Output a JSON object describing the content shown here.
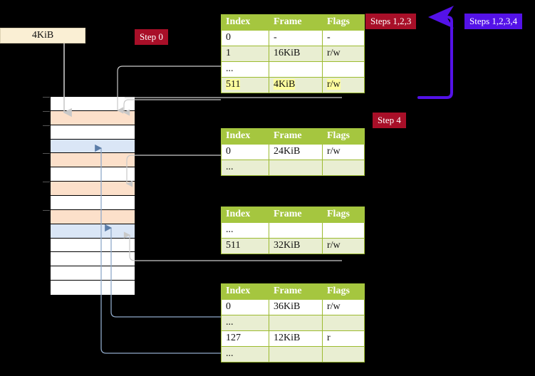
{
  "labels": {
    "size_box": "4KiB",
    "step0": "Step 0",
    "step4": "Step 4",
    "steps123": "Steps 1,2,3",
    "steps1234": "Steps 1,2,3,4"
  },
  "colors": {
    "badge_red": "#a80f28",
    "badge_blue": "#5412e8",
    "table_header": "#a5c63f",
    "table_alt_row": "#e9eed2",
    "highlight": "#ffff9e",
    "mem_orange": "#fce0ca",
    "mem_blue": "#dae6f6",
    "size_box": "#faefd4",
    "wire_grey": "#c9c9c9",
    "wire_blue": "#8fa9c9"
  },
  "tables": [
    {
      "name": "pml4-table",
      "headers": [
        "Index",
        "Frame",
        "Flags"
      ],
      "rows": [
        {
          "cells": [
            "0",
            "-",
            "-"
          ],
          "alt": false,
          "highlight": false
        },
        {
          "cells": [
            "1",
            "16KiB",
            "r/w"
          ],
          "alt": true,
          "highlight": false
        },
        {
          "cells": [
            "...",
            "",
            ""
          ],
          "alt": false,
          "highlight": false
        },
        {
          "cells": [
            "511",
            "4KiB",
            "r/w"
          ],
          "alt": true,
          "highlight": true
        }
      ]
    },
    {
      "name": "pdp-table",
      "headers": [
        "Index",
        "Frame",
        "Flags"
      ],
      "rows": [
        {
          "cells": [
            "0",
            "24KiB",
            "r/w"
          ],
          "alt": false,
          "highlight": false
        },
        {
          "cells": [
            "...",
            "",
            ""
          ],
          "alt": true,
          "highlight": false
        }
      ]
    },
    {
      "name": "pd-table",
      "headers": [
        "Index",
        "Frame",
        "Flags"
      ],
      "rows": [
        {
          "cells": [
            "...",
            "",
            ""
          ],
          "alt": false,
          "highlight": false
        },
        {
          "cells": [
            "511",
            "32KiB",
            "r/w"
          ],
          "alt": true,
          "highlight": false
        }
      ]
    },
    {
      "name": "pt-table",
      "headers": [
        "Index",
        "Frame",
        "Flags"
      ],
      "rows": [
        {
          "cells": [
            "0",
            "36KiB",
            "r/w"
          ],
          "alt": false,
          "highlight": false
        },
        {
          "cells": [
            "...",
            "",
            ""
          ],
          "alt": true,
          "highlight": false
        },
        {
          "cells": [
            "127",
            "12KiB",
            "r"
          ],
          "alt": false,
          "highlight": false
        },
        {
          "cells": [
            "...",
            "",
            ""
          ],
          "alt": true,
          "highlight": false
        }
      ]
    }
  ],
  "memory": {
    "name": "physical-memory-column",
    "rows": [
      {
        "fill": "white",
        "tick": true
      },
      {
        "fill": "orange",
        "tick": true
      },
      {
        "fill": "white",
        "tick": true
      },
      {
        "fill": "blue",
        "tick": false
      },
      {
        "fill": "orange",
        "tick": true
      },
      {
        "fill": "white",
        "tick": false
      },
      {
        "fill": "orange",
        "tick": true
      },
      {
        "fill": "white",
        "tick": false
      },
      {
        "fill": "orange",
        "tick": true
      },
      {
        "fill": "blue",
        "tick": false
      },
      {
        "fill": "white",
        "tick": false
      },
      {
        "fill": "white",
        "tick": false
      },
      {
        "fill": "white",
        "tick": false
      },
      {
        "fill": "white",
        "tick": false
      }
    ]
  }
}
